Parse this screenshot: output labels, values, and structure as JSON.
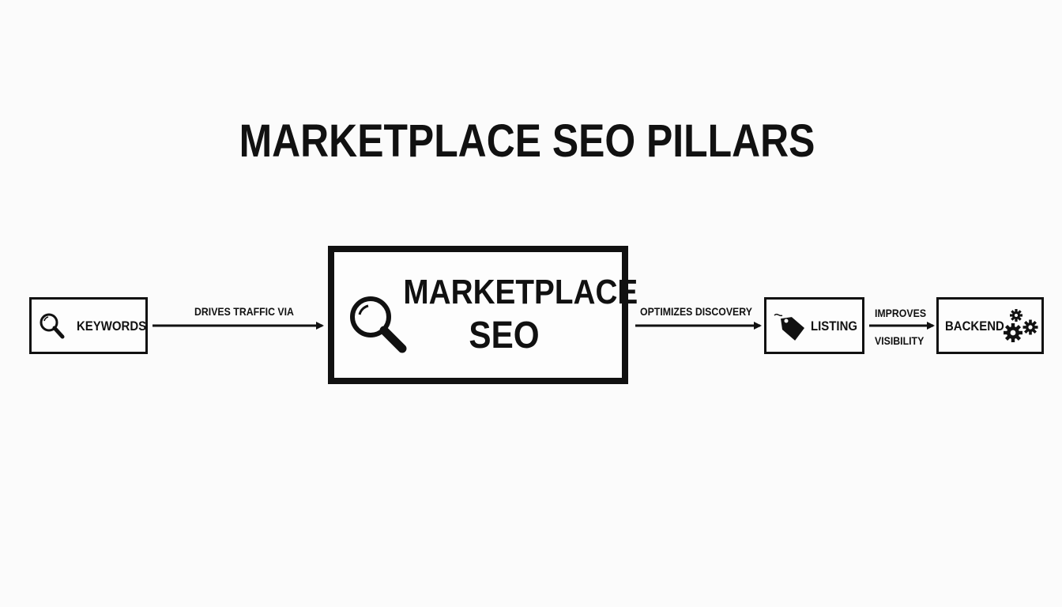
{
  "title": "MARKETPLACE SEO PILLARS",
  "nodes": {
    "keywords": {
      "label": "KEYWORDS",
      "icon": "magnifier-icon"
    },
    "center": {
      "line1": "MARKETPLACE",
      "line2": "SEO",
      "icon": "magnifier-icon"
    },
    "listing": {
      "label": "LISTING",
      "icon": "price-tag-icon"
    },
    "backend": {
      "label": "BACKEND",
      "icon": "gears-icon"
    }
  },
  "edges": {
    "keywords_to_center": "DRIVES TRAFFIC VIA",
    "center_to_listing": "OPTIMIZES DISCOVERY",
    "listing_to_backend_top": "IMPROVES",
    "listing_to_backend_bottom": "VISIBILITY"
  },
  "colors": {
    "ink": "#111111",
    "background": "#fbfbfb"
  }
}
